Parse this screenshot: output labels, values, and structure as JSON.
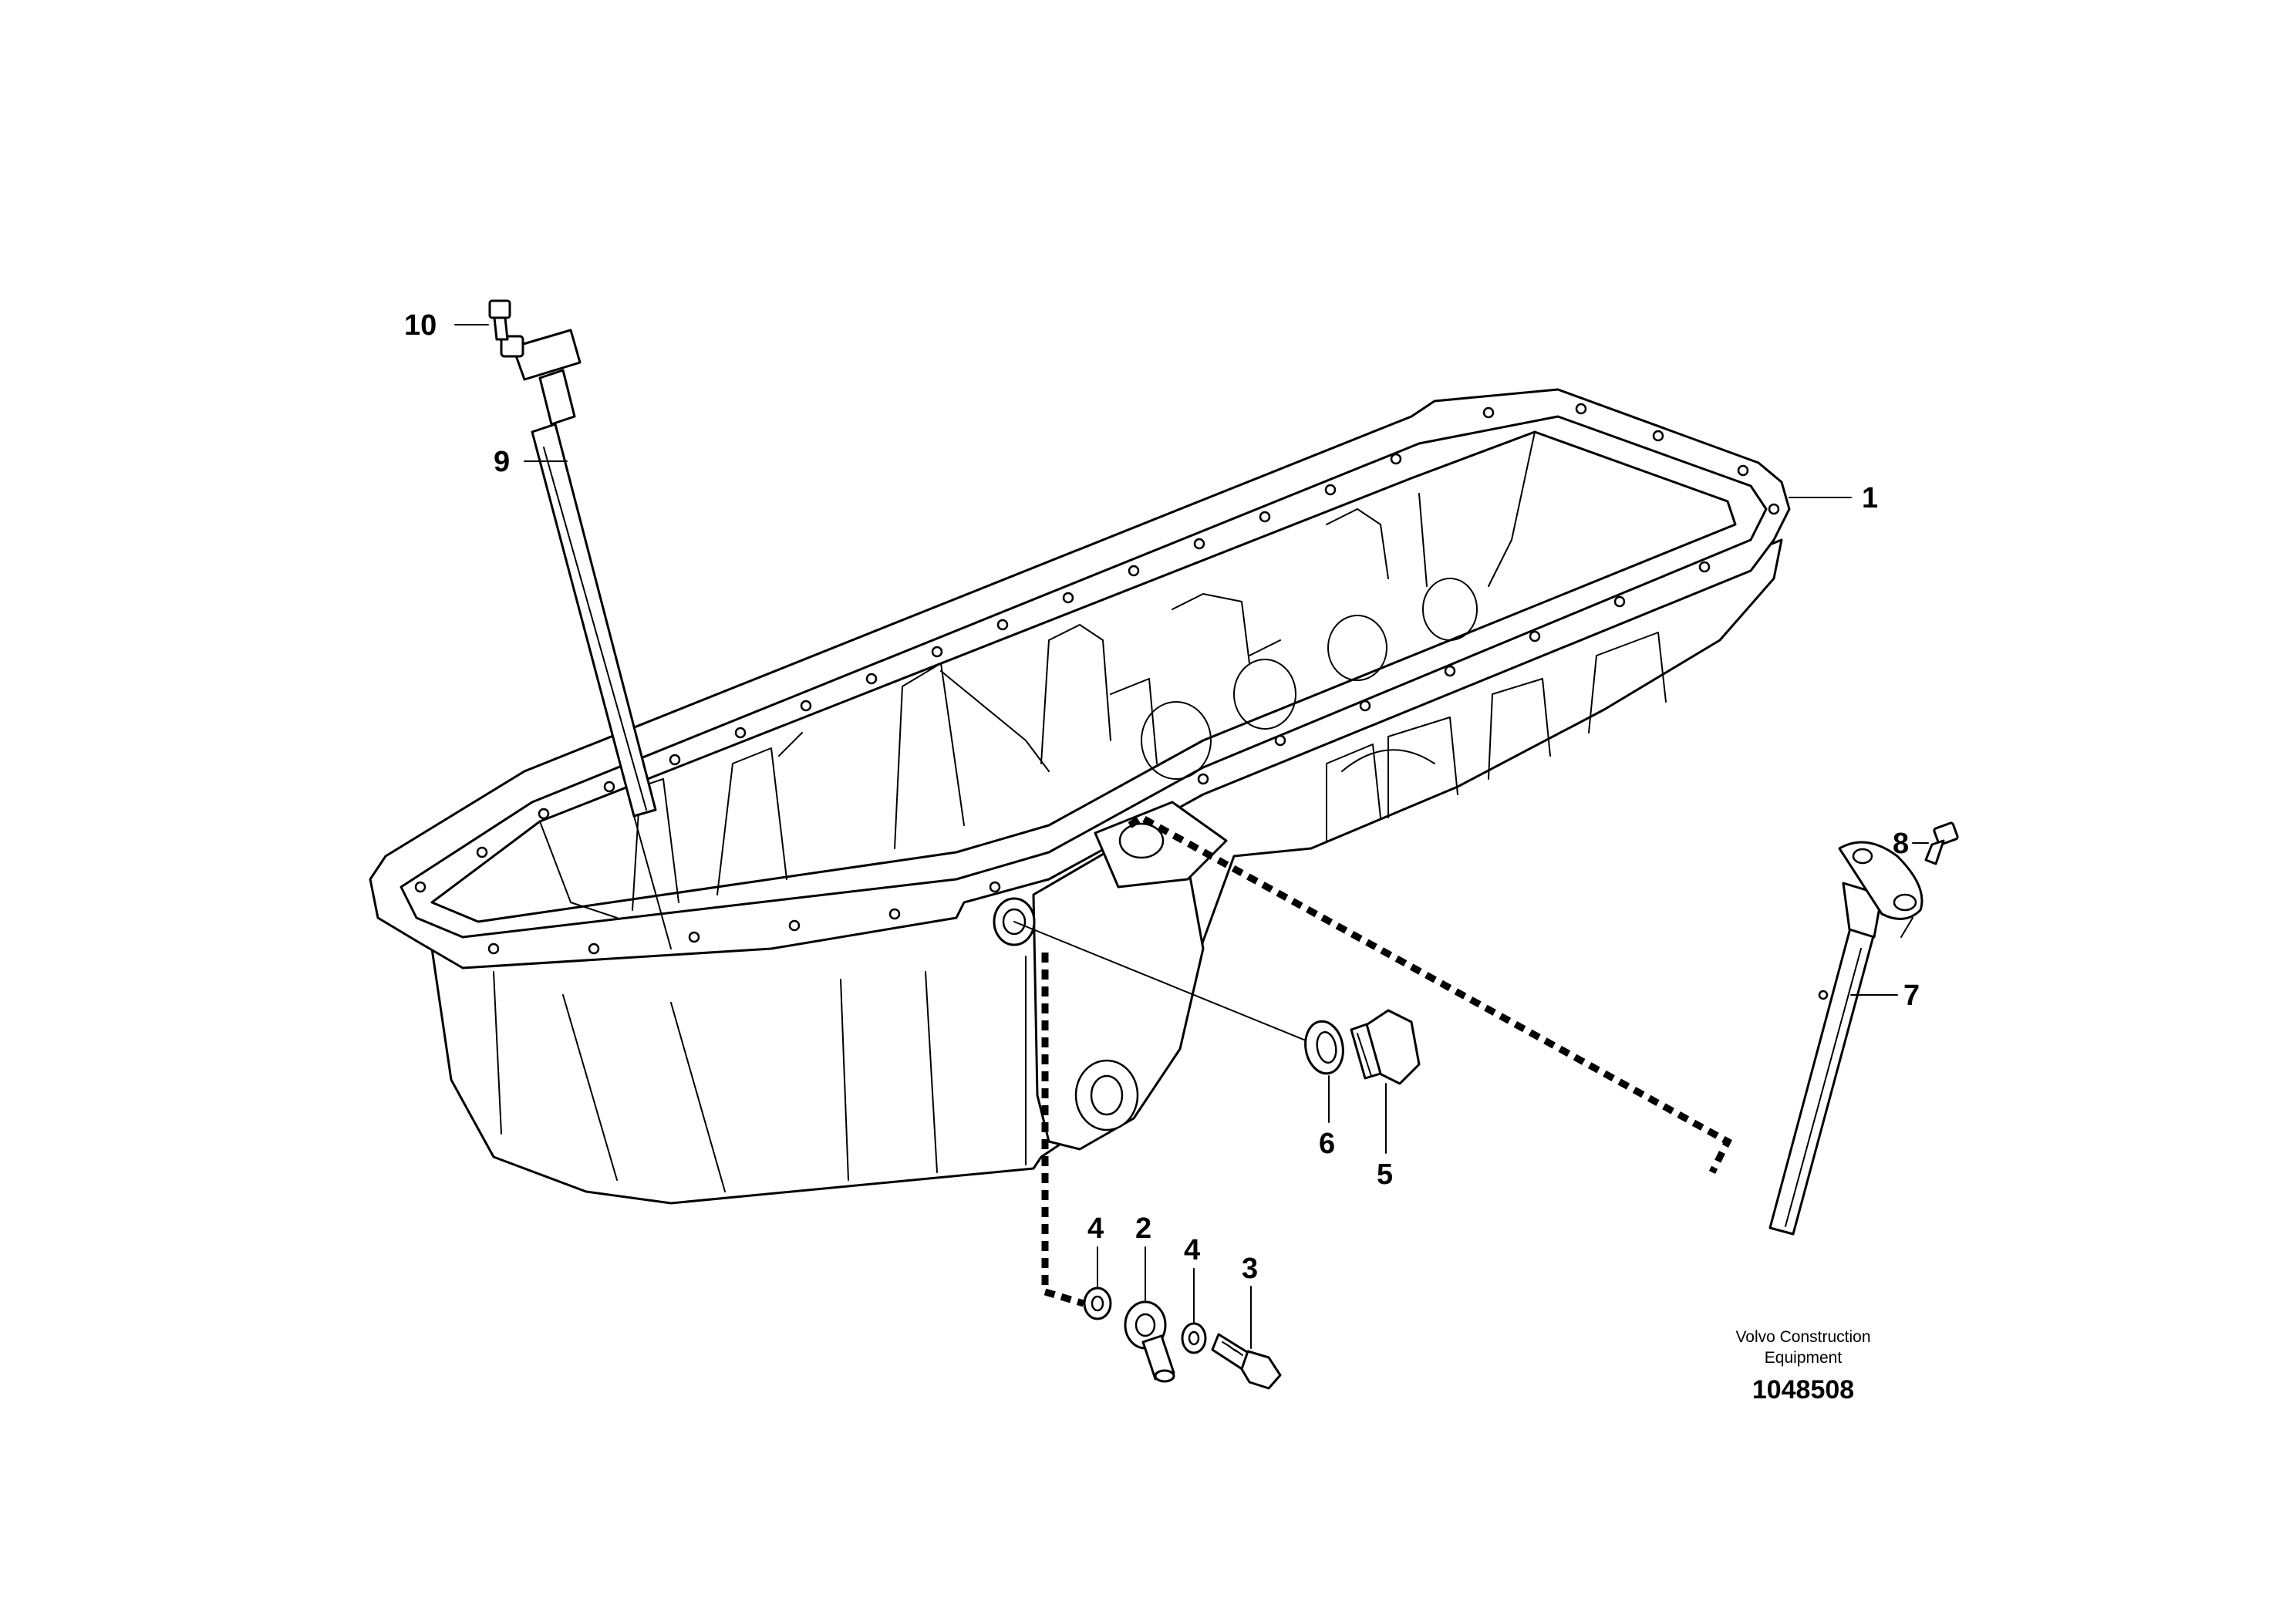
{
  "diagram": {
    "callouts": [
      {
        "id": "1",
        "label": "1"
      },
      {
        "id": "2",
        "label": "2"
      },
      {
        "id": "3",
        "label": "3"
      },
      {
        "id": "4a",
        "label": "4"
      },
      {
        "id": "4b",
        "label": "4"
      },
      {
        "id": "5",
        "label": "5"
      },
      {
        "id": "6",
        "label": "6"
      },
      {
        "id": "7",
        "label": "7"
      },
      {
        "id": "8",
        "label": "8"
      },
      {
        "id": "9",
        "label": "9"
      },
      {
        "id": "10",
        "label": "10"
      }
    ],
    "credit_line1": "Volvo Construction",
    "credit_line2": "Equipment",
    "document_number": "1048508"
  }
}
